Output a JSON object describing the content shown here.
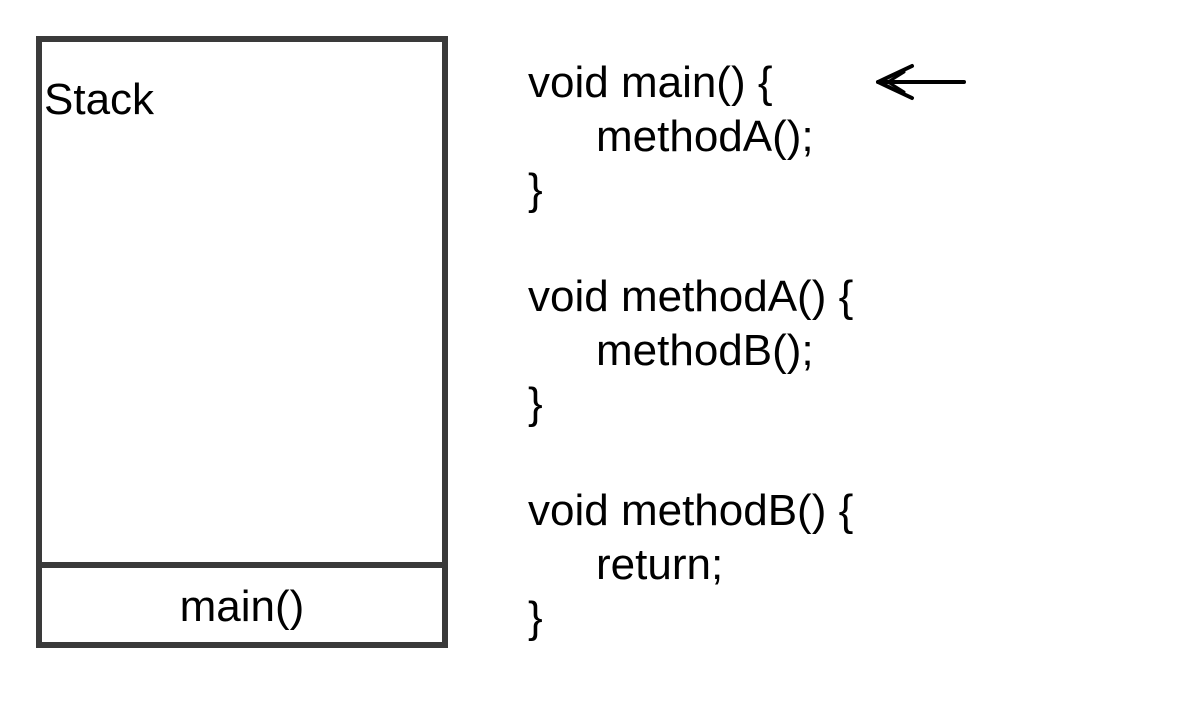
{
  "stack": {
    "title": "Stack",
    "frames": [
      "main()"
    ]
  },
  "code": {
    "lines": [
      {
        "text": "void main() {",
        "indent": 0
      },
      {
        "text": "methodA();",
        "indent": 1
      },
      {
        "text": "}",
        "indent": 0
      },
      {
        "text": "",
        "indent": 0
      },
      {
        "text": "void methodA() {",
        "indent": 0
      },
      {
        "text": "methodB();",
        "indent": 1
      },
      {
        "text": "}",
        "indent": 0
      },
      {
        "text": "",
        "indent": 0
      },
      {
        "text": "void methodB() {",
        "indent": 0
      },
      {
        "text": "return;",
        "indent": 1
      },
      {
        "text": "}",
        "indent": 0
      }
    ]
  },
  "pointer": {
    "icon": "arrow-left-icon",
    "points_to_line": 0
  },
  "colors": {
    "border": "#3a3a3a",
    "text": "#000000",
    "background": "#ffffff"
  }
}
